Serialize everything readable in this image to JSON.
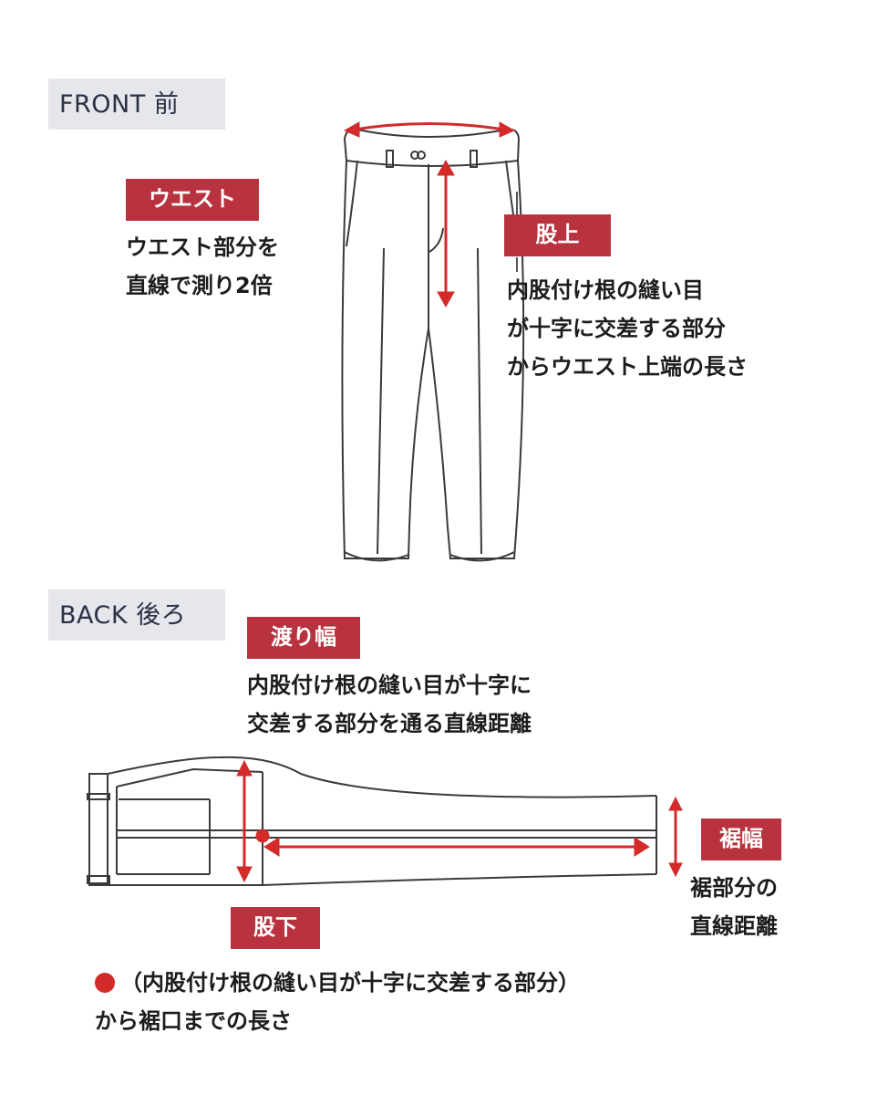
{
  "front": {
    "section_label": "FRONT 前",
    "waist": {
      "tag": "ウエスト",
      "lines": [
        "ウエスト部分を",
        "直線で測り2倍"
      ]
    },
    "rise": {
      "tag": "股上",
      "lines": [
        "内股付け根の縫い目",
        "が十字に交差する部分",
        "からウエスト上端の長さ"
      ]
    }
  },
  "back": {
    "section_label": "BACK 後ろ",
    "thigh": {
      "tag": "渡り幅",
      "lines": [
        "内股付け根の縫い目が十字に",
        "交差する部分を通る直線距離"
      ]
    },
    "hem": {
      "tag": "裾幅",
      "lines": [
        "裾部分の",
        "直線距離"
      ]
    },
    "inseam": {
      "tag": "股下",
      "lines": [
        "（内股付け根の縫い目が十字に交差する部分）",
        "から裾口までの長さ"
      ]
    }
  },
  "colors": {
    "accent_red": "#b8333f",
    "arrow_red": "#d32a2a",
    "label_bg": "#e6e7ec",
    "line": "#3a3a3a"
  }
}
